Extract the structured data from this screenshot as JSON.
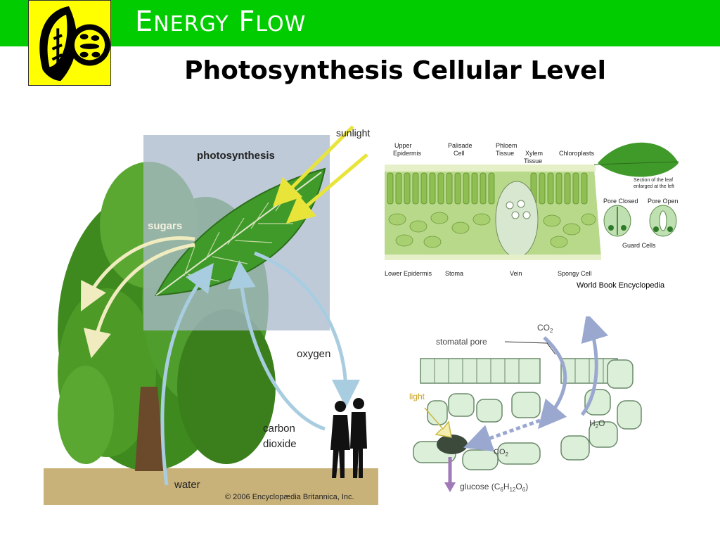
{
  "header": {
    "title_first": "E",
    "title_first_rest": "NERGY",
    "title_second": "F",
    "title_second_rest": "LOW",
    "subtitle": "Photosynthesis Cellular Level"
  },
  "tree_diagram": {
    "sunlight": "sunlight",
    "photosynthesis": "photosynthesis",
    "sugars": "sugars",
    "oxygen": "oxygen",
    "carbon": "carbon",
    "dioxide": "dioxide",
    "water": "water",
    "copyright": "© 2006 Encyclopædia Britannica, Inc."
  },
  "leaf_section": {
    "upper_epidermis_1": "Upper",
    "upper_epidermis_2": "Epidermis",
    "palisade_1": "Palisade",
    "palisade_2": "Cell",
    "phloem_1": "Phloem",
    "phloem_2": "Tissue",
    "xylem_1": "Xylem",
    "xylem_2": "Tissue",
    "chloroplasts": "Chloroplasts",
    "section_note_1": "Section of the leaf",
    "section_note_2": "enlarged at the left",
    "pore_closed": "Pore Closed",
    "pore_open": "Pore Open",
    "guard_cells": "Guard Cells",
    "lower_epidermis": "Lower Epidermis",
    "stoma": "Stoma",
    "vein": "Vein",
    "spongy_cell": "Spongy Cell"
  },
  "credit": "World Book Encyclopedia",
  "cell_diagram": {
    "co2_top": "CO",
    "co2_top_sub": "2",
    "stomatal_pore": "stomatal pore",
    "light": "light",
    "h2o_h": "H",
    "h2o_sub": "2",
    "h2o_o": "O",
    "co2_bottom": "CO",
    "co2_bottom_sub": "2",
    "glucose_prefix": "glucose (C",
    "glucose_c": "6",
    "glucose_h": "H",
    "glucose_h_sub": "12",
    "glucose_o": "O",
    "glucose_o_sub": "6",
    "glucose_end": ")"
  },
  "colors": {
    "banner": "#00cc00",
    "logo_bg": "#ffff00",
    "tree_green": "#3f8a1f",
    "ground": "#c9b27a",
    "sky_box": "#aab8cc",
    "leaf": "#3f9a2a",
    "sun_arrow": "#e8e43a",
    "sugar_arrow": "#f0ecc0",
    "air_arrow": "#a9cde0",
    "cell_fill": "#dcefd9",
    "glucose_arrow": "#a07ab8"
  }
}
